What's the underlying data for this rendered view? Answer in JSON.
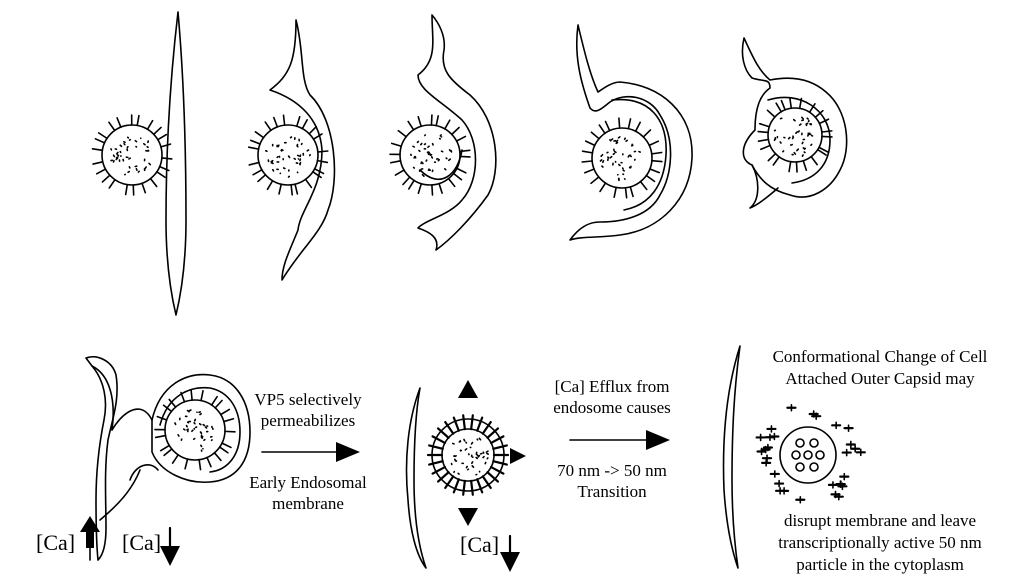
{
  "labels": {
    "vp5_line1": "VP5 selectively",
    "vp5_line2": "permeabilizes",
    "early_line1": "Early Endosomal",
    "early_line2": "membrane",
    "efflux_line1": "[Ca] Efflux from",
    "efflux_line2": "endosome causes",
    "transition_line1": "70 nm -> 50 nm",
    "transition_line2": "Transition",
    "conf_line1": "Conformational Change of Cell",
    "conf_line2": "Attached Outer Capsid may",
    "disrupt_line1": "disrupt membrane  and leave",
    "disrupt_line2": "transcriptionally active 50 nm",
    "disrupt_line3": "particle in the cytoplasm",
    "ca_left_up": "[Ca]",
    "ca_left_down": "[Ca]",
    "ca_middle_down": "[Ca]"
  }
}
